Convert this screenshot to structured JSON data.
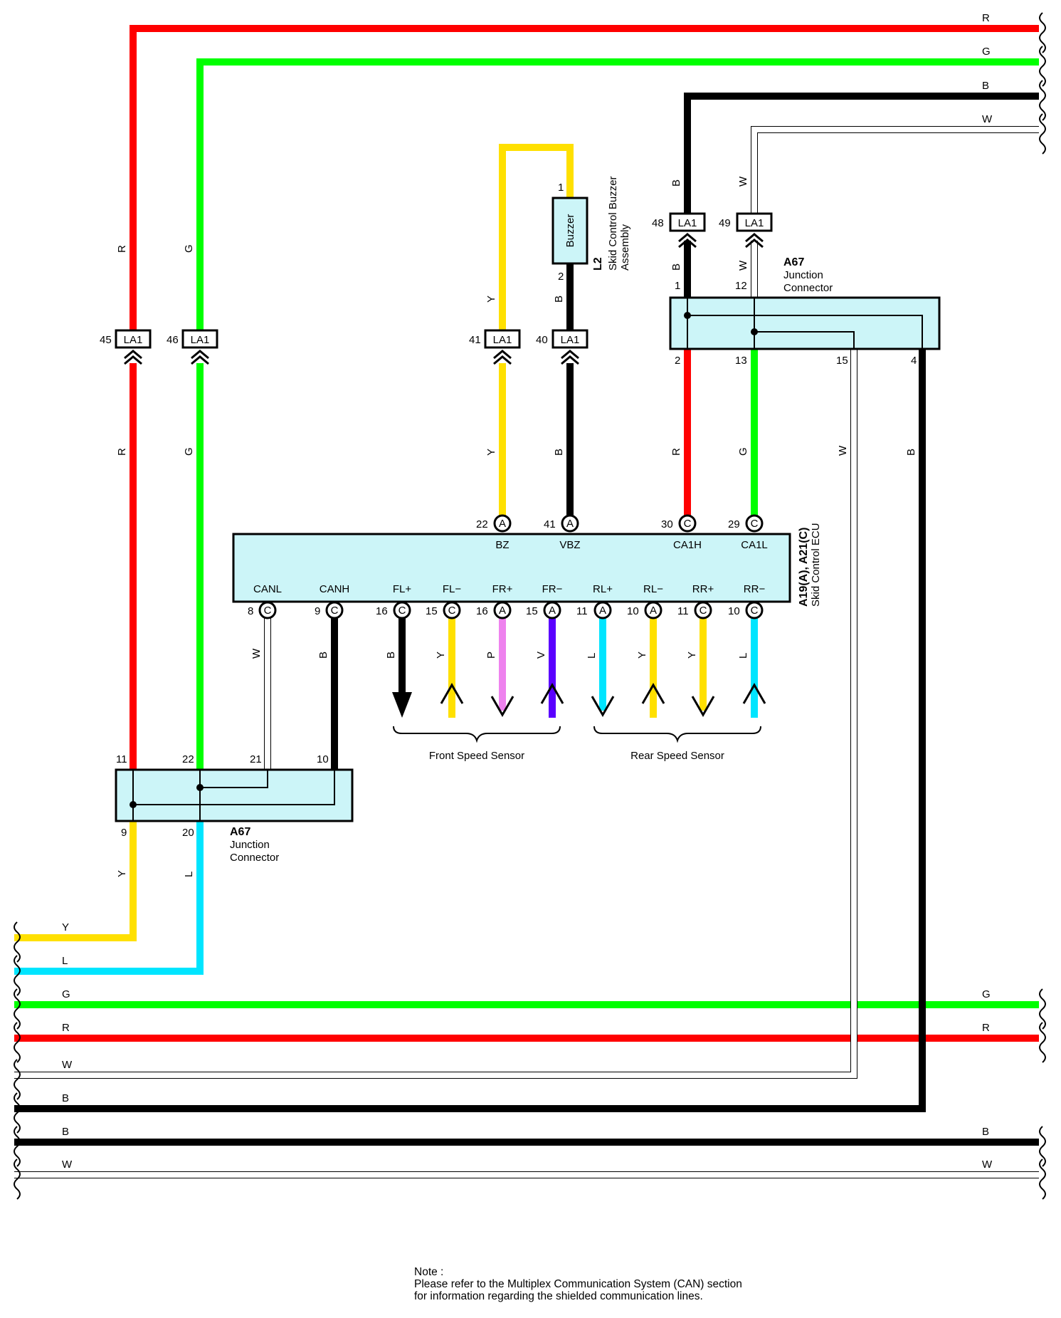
{
  "colors": {
    "R": "#ff0000",
    "G": "#00ff00",
    "B": "#000000",
    "W": "#ffffff",
    "Y": "#ffe000",
    "L": "#00e5ff",
    "P": "#ee82ee",
    "V": "#5a00ff",
    "box": "#ccf5f8"
  },
  "wire_letters": {
    "R": "R",
    "G": "G",
    "B": "B",
    "W": "W",
    "Y": "Y",
    "L": "L",
    "P": "P",
    "V": "V"
  },
  "la1": "LA1",
  "la1_pins": {
    "p45": "45",
    "p46": "46",
    "p41": "41",
    "p40": "40",
    "p48": "48",
    "p49": "49"
  },
  "buzzer": {
    "text": "Buzzer",
    "code": "L2",
    "name_line1": "Skid Control Buzzer",
    "name_line2": "Assembly",
    "pin1": "1",
    "pin2": "2"
  },
  "jc_top": {
    "code": "A67",
    "line1": "Junction",
    "line2": "Connector",
    "pins": {
      "p1": "1",
      "p12": "12",
      "p2": "2",
      "p13": "13",
      "p15": "15",
      "p4": "4"
    }
  },
  "jc_bottom": {
    "code": "A67",
    "line1": "Junction",
    "line2": "Connector",
    "pins": {
      "p11": "11",
      "p22": "22",
      "p21": "21",
      "p10": "10",
      "p9": "9",
      "p20": "20"
    }
  },
  "ecu": {
    "code": "A19(A), A21(C)",
    "name": "Skid Control ECU",
    "top_terminals": [
      {
        "pin": "22",
        "conn": "A",
        "name": "BZ"
      },
      {
        "pin": "41",
        "conn": "A",
        "name": "VBZ"
      },
      {
        "pin": "30",
        "conn": "C",
        "name": "CA1H"
      },
      {
        "pin": "29",
        "conn": "C",
        "name": "CA1L"
      }
    ],
    "bottom_terminals": [
      {
        "pin": "8",
        "conn": "C",
        "name": "CANL"
      },
      {
        "pin": "9",
        "conn": "C",
        "name": "CANH"
      },
      {
        "pin": "16",
        "conn": "C",
        "name": "FL+"
      },
      {
        "pin": "15",
        "conn": "C",
        "name": "FL−"
      },
      {
        "pin": "16",
        "conn": "A",
        "name": "FR+"
      },
      {
        "pin": "15",
        "conn": "A",
        "name": "FR−"
      },
      {
        "pin": "11",
        "conn": "A",
        "name": "RL+"
      },
      {
        "pin": "10",
        "conn": "A",
        "name": "RL−"
      },
      {
        "pin": "11",
        "conn": "C",
        "name": "RR+"
      },
      {
        "pin": "10",
        "conn": "C",
        "name": "RR−"
      }
    ]
  },
  "groups": {
    "front": "Front Speed Sensor",
    "rear": "Rear Speed Sensor"
  },
  "note": {
    "line1": "Note :",
    "line2": "Please refer to the Multiplex Communication System (CAN) section",
    "line3": "for information regarding the shielded communication lines."
  }
}
